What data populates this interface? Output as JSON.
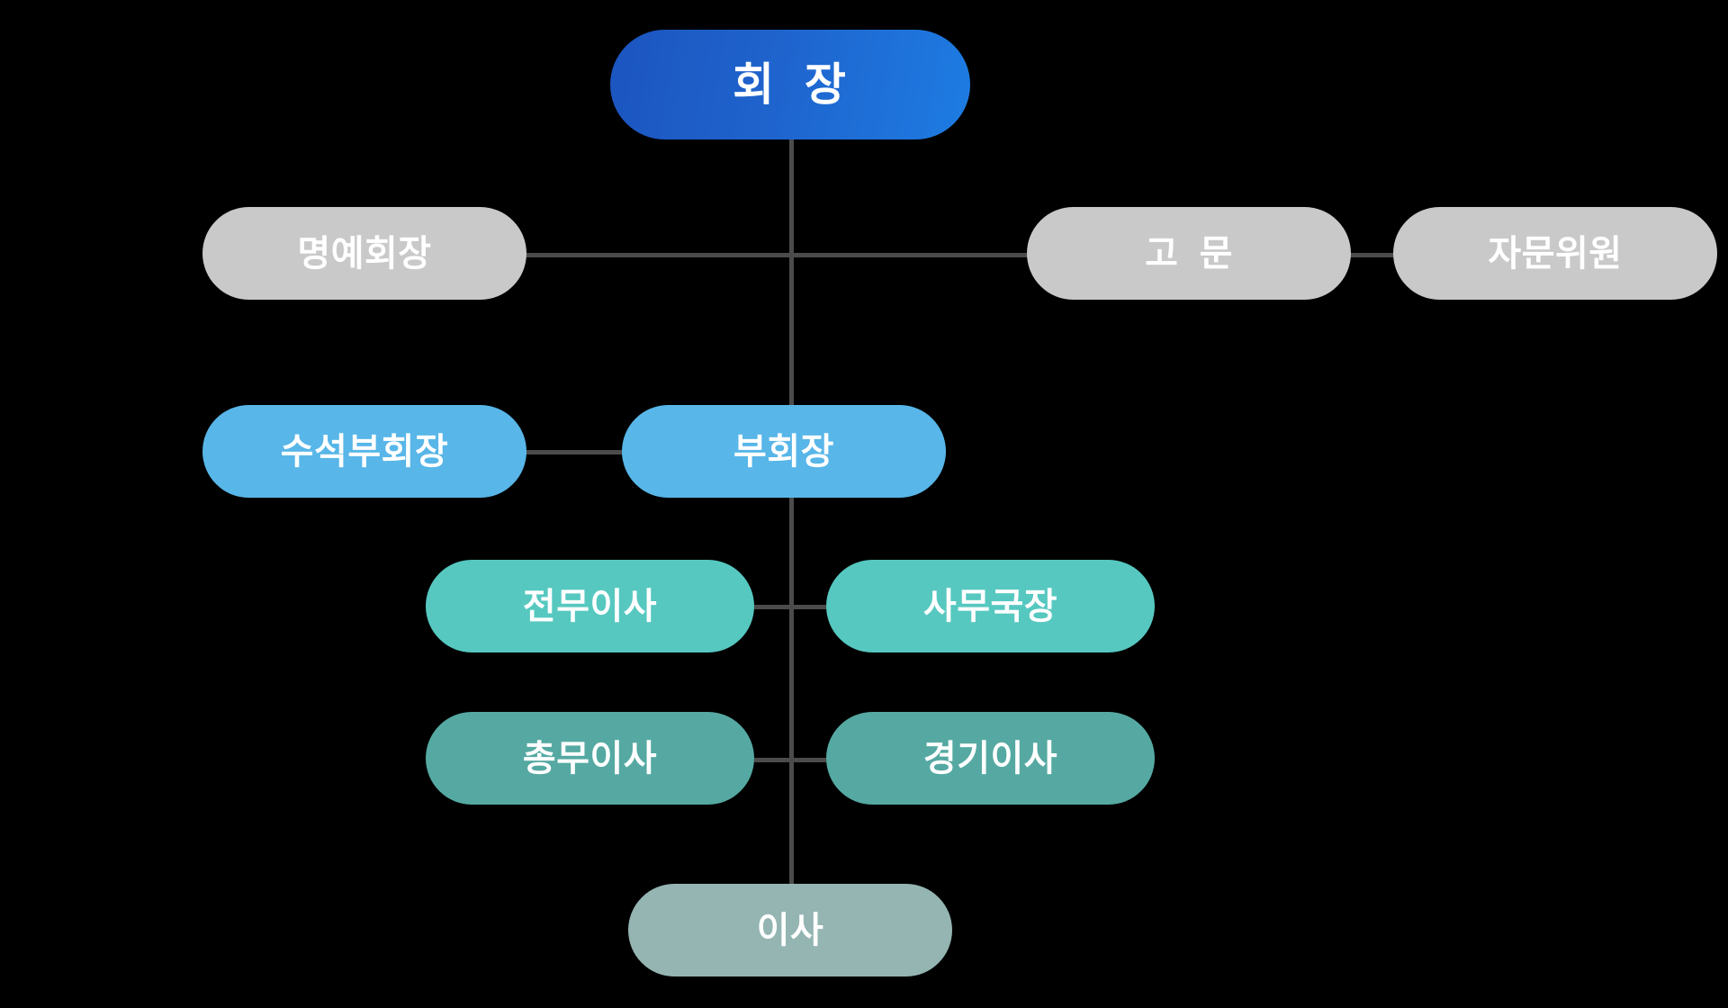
{
  "chart": {
    "type": "org-chart",
    "title": "",
    "background_color": "#000000",
    "connector_color": "#4b4b4b",
    "levels": [
      {
        "level": 1,
        "nodes": [
          {
            "id": "chairman",
            "label": "회  장",
            "color": "#1f63cd",
            "style": "chairman"
          }
        ]
      },
      {
        "level": 2,
        "nodes": [
          {
            "id": "honorary-chairman",
            "label": "명예회장",
            "color": "#c9c9c9",
            "style": "gray"
          },
          {
            "id": "advisor",
            "label": "고  문",
            "color": "#c9c9c9",
            "style": "gray"
          },
          {
            "id": "advisory-committee",
            "label": "자문위원",
            "color": "#c9c9c9",
            "style": "gray"
          }
        ]
      },
      {
        "level": 3,
        "nodes": [
          {
            "id": "senior-vice-chairman",
            "label": "수석부회장",
            "color": "#58b6e8",
            "style": "lightblue"
          },
          {
            "id": "vice-chairman",
            "label": "부회장",
            "color": "#58b6e8",
            "style": "lightblue"
          }
        ]
      },
      {
        "level": 4,
        "nodes": [
          {
            "id": "executive-director",
            "label": "전무이사",
            "color": "#56c8c0",
            "style": "teal"
          },
          {
            "id": "secretary-general",
            "label": "사무국장",
            "color": "#56c8c0",
            "style": "teal"
          }
        ]
      },
      {
        "level": 5,
        "nodes": [
          {
            "id": "general-affairs-director",
            "label": "총무이사",
            "color": "#55a9a2",
            "style": "deepteal"
          },
          {
            "id": "competition-director",
            "label": "경기이사",
            "color": "#55a9a2",
            "style": "deepteal"
          }
        ]
      },
      {
        "level": 6,
        "nodes": [
          {
            "id": "director",
            "label": "이사",
            "color": "#94b5b2",
            "style": "sage"
          }
        ]
      }
    ],
    "edges": [
      {
        "from": "chairman",
        "to": "vice-chairman",
        "orientation": "vertical"
      },
      {
        "from": "honorary-chairman",
        "to": "chairman-spine",
        "orientation": "horizontal"
      },
      {
        "from": "chairman-spine",
        "to": "advisor",
        "orientation": "horizontal"
      },
      {
        "from": "advisor",
        "to": "advisory-committee",
        "orientation": "horizontal"
      },
      {
        "from": "senior-vice-chairman",
        "to": "vice-chairman",
        "orientation": "horizontal"
      },
      {
        "from": "vice-chairman",
        "to": "director",
        "orientation": "vertical"
      },
      {
        "from": "executive-director",
        "to": "secretary-general",
        "orientation": "horizontal"
      },
      {
        "from": "general-affairs-director",
        "to": "competition-director",
        "orientation": "horizontal"
      }
    ]
  },
  "nodes": {
    "chairman": {
      "label": "회  장"
    },
    "honorary_chairman": {
      "label": "명예회장"
    },
    "advisor": {
      "label": "고  문"
    },
    "advisory_committee": {
      "label": "자문위원"
    },
    "senior_vice_chairman": {
      "label": "수석부회장"
    },
    "vice_chairman": {
      "label": "부회장"
    },
    "executive_director": {
      "label": "전무이사"
    },
    "secretary_general": {
      "label": "사무국장"
    },
    "general_affairs_director": {
      "label": "총무이사"
    },
    "competition_director": {
      "label": "경기이사"
    },
    "director": {
      "label": "이사"
    }
  }
}
